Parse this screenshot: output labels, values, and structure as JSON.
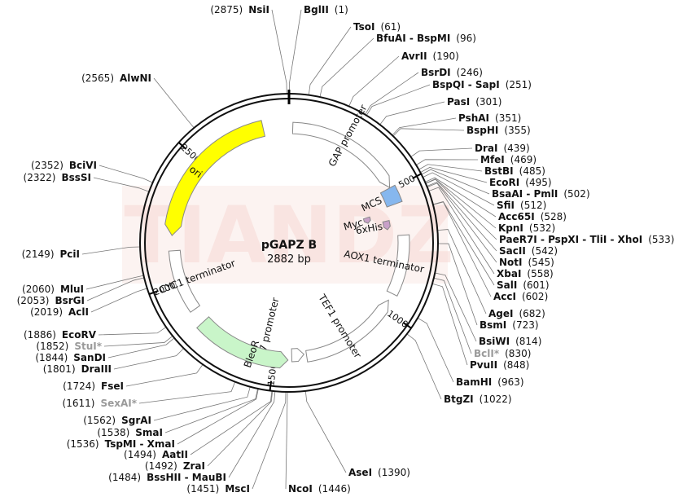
{
  "plasmid": {
    "name": "pGAPZ B",
    "length_label": "2882 bp",
    "length": 2882
  },
  "watermark": "TIANDZ",
  "colors": {
    "ori": "#ffff00",
    "bleor": "#c9f5c9",
    "mcs": "#86b7ee",
    "tag": "#c8a0c8",
    "outline": "#888888",
    "backbone": "#111111",
    "watermark": "#f2c8c0"
  },
  "ticks": [
    {
      "pos": 500,
      "label": "500"
    },
    {
      "pos": 1000,
      "label": "1000"
    },
    {
      "pos": 1500,
      "label": "1500"
    },
    {
      "pos": 2000,
      "label": "2000"
    },
    {
      "pos": 2500,
      "label": "2500"
    }
  ],
  "features": [
    {
      "name": "GAP promoter",
      "start": 15,
      "end": 490,
      "type": "promoter",
      "color": "#ffffff"
    },
    {
      "name": "MCS",
      "start": 492,
      "end": 560,
      "type": "site",
      "color": "#86b7ee"
    },
    {
      "name": "6xHis",
      "start": 620,
      "end": 660,
      "type": "tag",
      "color": "#c8a0c8"
    },
    {
      "name": "Myc",
      "start": 578,
      "end": 610,
      "type": "tag",
      "color": "#c8a0c8"
    },
    {
      "name": "AOX1 terminator",
      "start": 690,
      "end": 930,
      "type": "terminator",
      "color": "#ffffff"
    },
    {
      "name": "TEF1 promoter",
      "start": 960,
      "end": 1370,
      "type": "promoter",
      "color": "#ffffff"
    },
    {
      "name": "EM7 promoter",
      "start": 1380,
      "end": 1430,
      "type": "promoter",
      "color": "#ffffff"
    },
    {
      "name": "BleoR",
      "start": 1445,
      "end": 1820,
      "type": "gene",
      "color": "#c9f5c9"
    },
    {
      "name": "CYC1 terminator",
      "start": 1880,
      "end": 2130,
      "type": "terminator",
      "color": "#ffffff"
    },
    {
      "name": "ori",
      "start": 2190,
      "end": 2780,
      "type": "origin",
      "color": "#ffff00"
    }
  ],
  "sites": [
    {
      "name": "NsiI",
      "pos": "(2875)",
      "side": "left",
      "gray": false
    },
    {
      "name": "BglII",
      "pos": "(1)",
      "side": "right",
      "gray": false
    },
    {
      "name": "TsoI",
      "pos": "(61)",
      "side": "right",
      "gray": false
    },
    {
      "name": "BfuAI - BspMI",
      "pos": "(96)",
      "side": "right",
      "gray": false
    },
    {
      "name": "AvrII",
      "pos": "(190)",
      "side": "right",
      "gray": false
    },
    {
      "name": "BsrDI",
      "pos": "(246)",
      "side": "right",
      "gray": false
    },
    {
      "name": "BspQI - SapI",
      "pos": "(251)",
      "side": "right",
      "gray": false
    },
    {
      "name": "PasI",
      "pos": "(301)",
      "side": "right",
      "gray": false
    },
    {
      "name": "PshAI",
      "pos": "(351)",
      "side": "right",
      "gray": false
    },
    {
      "name": "BspHI",
      "pos": "(355)",
      "side": "right",
      "gray": false
    },
    {
      "name": "DraI",
      "pos": "(439)",
      "side": "right",
      "gray": false
    },
    {
      "name": "MfeI",
      "pos": "(469)",
      "side": "right",
      "gray": false
    },
    {
      "name": "BstBI",
      "pos": "(485)",
      "side": "right",
      "gray": false
    },
    {
      "name": "EcoRI",
      "pos": "(495)",
      "side": "right",
      "gray": false
    },
    {
      "name": "BsaAI - PmlI",
      "pos": "(502)",
      "side": "right",
      "gray": false
    },
    {
      "name": "SfiI",
      "pos": "(512)",
      "side": "right",
      "gray": false
    },
    {
      "name": "Acc65I",
      "pos": "(528)",
      "side": "right",
      "gray": false
    },
    {
      "name": "KpnI",
      "pos": "(532)",
      "side": "right",
      "gray": false
    },
    {
      "name": "PaeR7I - PspXI - TliI - XhoI",
      "pos": "(533)",
      "side": "right",
      "gray": false
    },
    {
      "name": "SacII",
      "pos": "(542)",
      "side": "right",
      "gray": false
    },
    {
      "name": "NotI",
      "pos": "(545)",
      "side": "right",
      "gray": false
    },
    {
      "name": "XbaI",
      "pos": "(558)",
      "side": "right",
      "gray": false
    },
    {
      "name": "SalI",
      "pos": "(601)",
      "side": "right",
      "gray": false
    },
    {
      "name": "AccI",
      "pos": "(602)",
      "side": "right",
      "gray": false
    },
    {
      "name": "AgeI",
      "pos": "(682)",
      "side": "right",
      "gray": false
    },
    {
      "name": "BsmI",
      "pos": "(723)",
      "side": "right",
      "gray": false
    },
    {
      "name": "BsiWI",
      "pos": "(814)",
      "side": "right",
      "gray": false
    },
    {
      "name": "BclI*",
      "pos": "(830)",
      "side": "right",
      "gray": true
    },
    {
      "name": "PvuII",
      "pos": "(848)",
      "side": "right",
      "gray": false
    },
    {
      "name": "BamHI",
      "pos": "(963)",
      "side": "right",
      "gray": false
    },
    {
      "name": "BtgZI",
      "pos": "(1022)",
      "side": "right",
      "gray": false
    },
    {
      "name": "AseI",
      "pos": "(1390)",
      "side": "right",
      "gray": false
    },
    {
      "name": "NcoI",
      "pos": "(1446)",
      "side": "right",
      "gray": false
    },
    {
      "name": "MscI",
      "pos": "(1451)",
      "side": "left",
      "gray": false
    },
    {
      "name": "BssHII - MauBI",
      "pos": "(1484)",
      "side": "left",
      "gray": false
    },
    {
      "name": "ZraI",
      "pos": "(1492)",
      "side": "left",
      "gray": false
    },
    {
      "name": "AatII",
      "pos": "(1494)",
      "side": "left",
      "gray": false
    },
    {
      "name": "TspMI - XmaI",
      "pos": "(1536)",
      "side": "left",
      "gray": false
    },
    {
      "name": "SmaI",
      "pos": "(1538)",
      "side": "left",
      "gray": false
    },
    {
      "name": "SgrAI",
      "pos": "(1562)",
      "side": "left",
      "gray": false
    },
    {
      "name": "SexAI*",
      "pos": "(1611)",
      "side": "left",
      "gray": true
    },
    {
      "name": "FseI",
      "pos": "(1724)",
      "side": "left",
      "gray": false
    },
    {
      "name": "DraIII",
      "pos": "(1801)",
      "side": "left",
      "gray": false
    },
    {
      "name": "SanDI",
      "pos": "(1844)",
      "side": "left",
      "gray": false
    },
    {
      "name": "StuI*",
      "pos": "(1852)",
      "side": "left",
      "gray": true
    },
    {
      "name": "EcoRV",
      "pos": "(1886)",
      "side": "left",
      "gray": false
    },
    {
      "name": "AclI",
      "pos": "(2019)",
      "side": "left",
      "gray": false
    },
    {
      "name": "BsrGI",
      "pos": "(2053)",
      "side": "left",
      "gray": false
    },
    {
      "name": "MluI",
      "pos": "(2060)",
      "side": "left",
      "gray": false
    },
    {
      "name": "PciI",
      "pos": "(2149)",
      "side": "left",
      "gray": false
    },
    {
      "name": "BssSI",
      "pos": "(2322)",
      "side": "left",
      "gray": false
    },
    {
      "name": "BciVI",
      "pos": "(2352)",
      "side": "left",
      "gray": false
    },
    {
      "name": "AlwNI",
      "pos": "(2565)",
      "side": "left",
      "gray": false
    }
  ]
}
